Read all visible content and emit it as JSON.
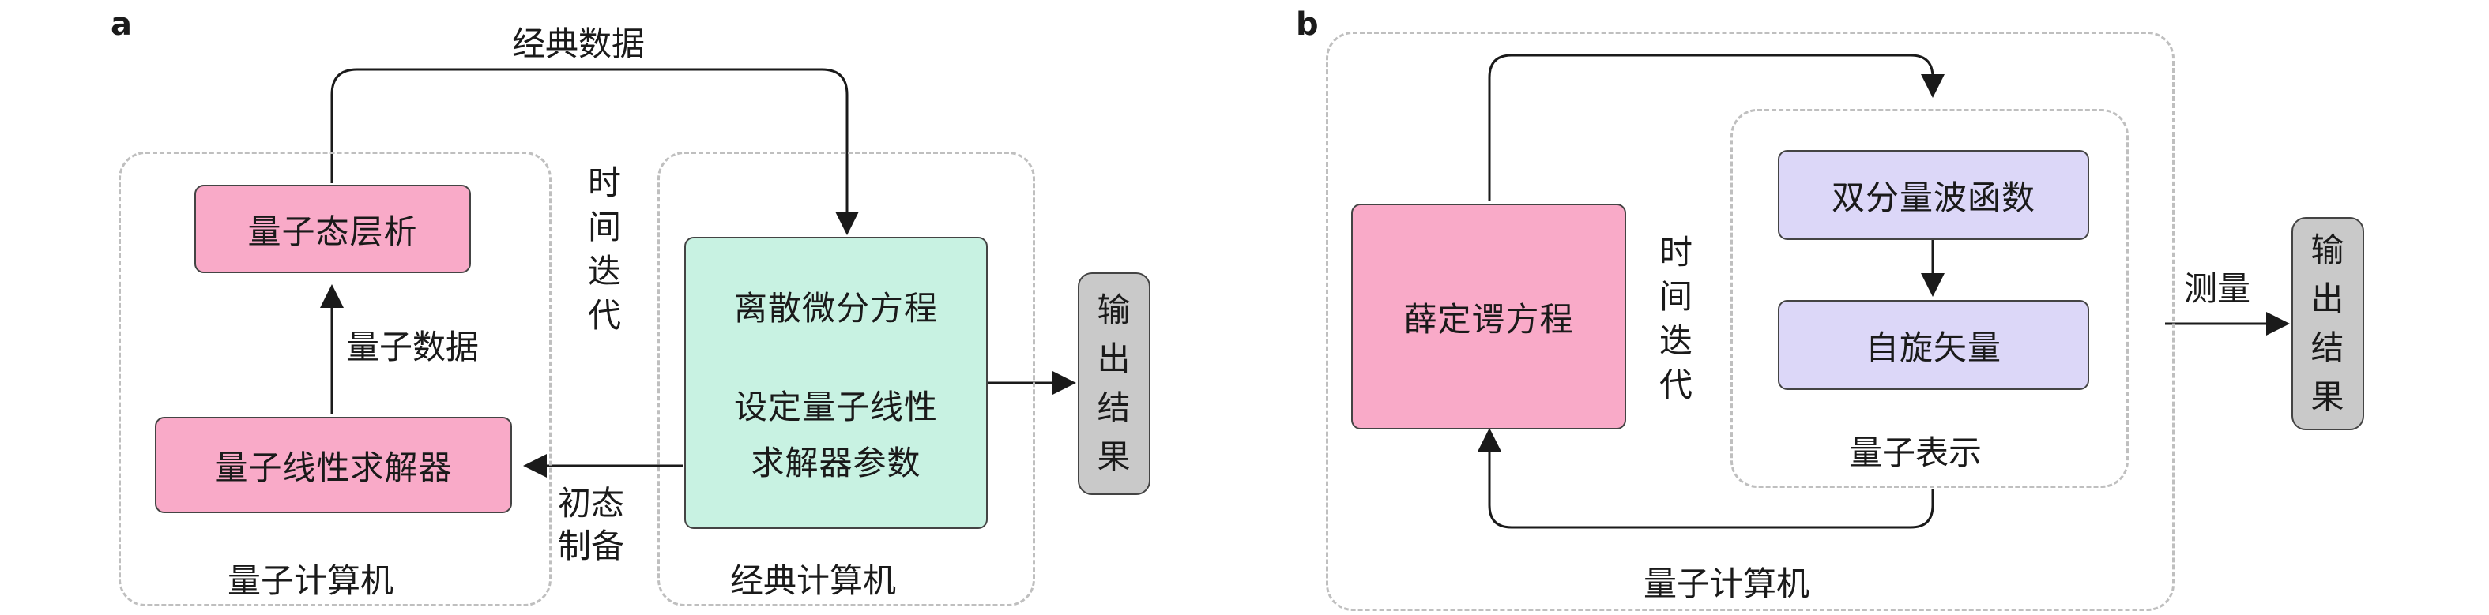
{
  "panel_a": {
    "letter": "a",
    "top_label": "经典数据",
    "quantum_state_tomography": "量子态层析",
    "quantum_data": "量子数据",
    "quantum_linear_solver": "量子线性求解器",
    "time_iteration": "时间迭代",
    "initial_state": "初态",
    "preparation": "制备",
    "discrete_equation": "离散微分方程",
    "set_params_line1": "设定量子线性",
    "set_params_line2": "求解器参数",
    "output": "输出结果",
    "quantum_computer": "量子计算机",
    "classical_computer": "经典计算机"
  },
  "panel_b": {
    "letter": "b",
    "schrodinger": "薛定谔方程",
    "time_iteration": "时间迭代",
    "two_component_wf": "双分量波函数",
    "spin_vector": "自旋矢量",
    "quantum_representation": "量子表示",
    "measurement": "测量",
    "output": "输出结果",
    "quantum_computer": "量子计算机"
  },
  "colors": {
    "pink_node": "#f9aac8",
    "mint_node": "#c8f2e2",
    "lavender_node": "#dcd7f8",
    "gray_node": "#c9c9c9",
    "dashed_border": "#bfbfbf"
  }
}
